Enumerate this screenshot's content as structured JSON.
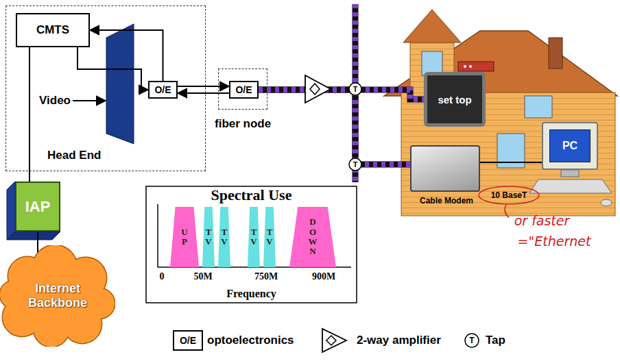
{
  "diagram": {
    "nodes": [
      {
        "text": [
          "Head End"
        ]
      },
      {
        "text": [
          "CMTS"
        ],
        "in": 0
      },
      {
        "text": [
          "O/E"
        ],
        "in": 0
      },
      {
        "text": [
          "fiber node"
        ]
      },
      {
        "text": [
          "O/E"
        ],
        "in": 3
      },
      {
        "text": [
          "IAP"
        ]
      },
      {
        "text": [
          "Internet Backbone"
        ]
      },
      {
        "text": [
          "set top"
        ]
      },
      {
        "text": [
          "Cable Modem"
        ]
      },
      {
        "text": [
          "PC"
        ]
      },
      {
        "text": [
          "Spectral Use",
          "Frequency"
        ]
      },
      {
        "text": [
          "UP"
        ],
        "in": 10
      },
      {
        "text": [
          "TV"
        ],
        "in": 10
      },
      {
        "text": [
          "TV"
        ],
        "in": 10
      },
      {
        "text": [
          "TV"
        ],
        "in": 10
      },
      {
        "text": [
          "TV"
        ],
        "in": 10
      },
      {
        "text": [
          "DOWN"
        ],
        "in": 10
      }
    ],
    "edges": [
      {
        "from": 1,
        "to": 2,
        "arrow": "to"
      },
      {
        "from": 2,
        "to": 1,
        "arrow": "to"
      },
      {
        "from": 2,
        "to": 4,
        "arrow": "to"
      },
      {
        "from": 4,
        "to": 2,
        "arrow": "to"
      },
      {
        "from": 4,
        "to": 7,
        "arrow": "none"
      },
      {
        "from": 4,
        "to": 8,
        "arrow": "none"
      },
      {
        "from": 8,
        "to": 9,
        "arrow": "none"
      },
      {
        "from": 1,
        "to": 5,
        "arrow": "none"
      },
      {
        "from": 5,
        "to": 6,
        "arrow": "none"
      }
    ],
    "labels": [
      "Video",
      "T",
      "T",
      "0",
      "50M",
      "750M",
      "900M",
      "10 BaseT",
      "or faster",
      "=\"Ethernet",
      "O/E",
      "T"
    ],
    "legend": [
      {
        "text": "optoelectronics"
      },
      {
        "text": "2-way amplifier"
      },
      {
        "text": "Tap"
      }
    ]
  }
}
